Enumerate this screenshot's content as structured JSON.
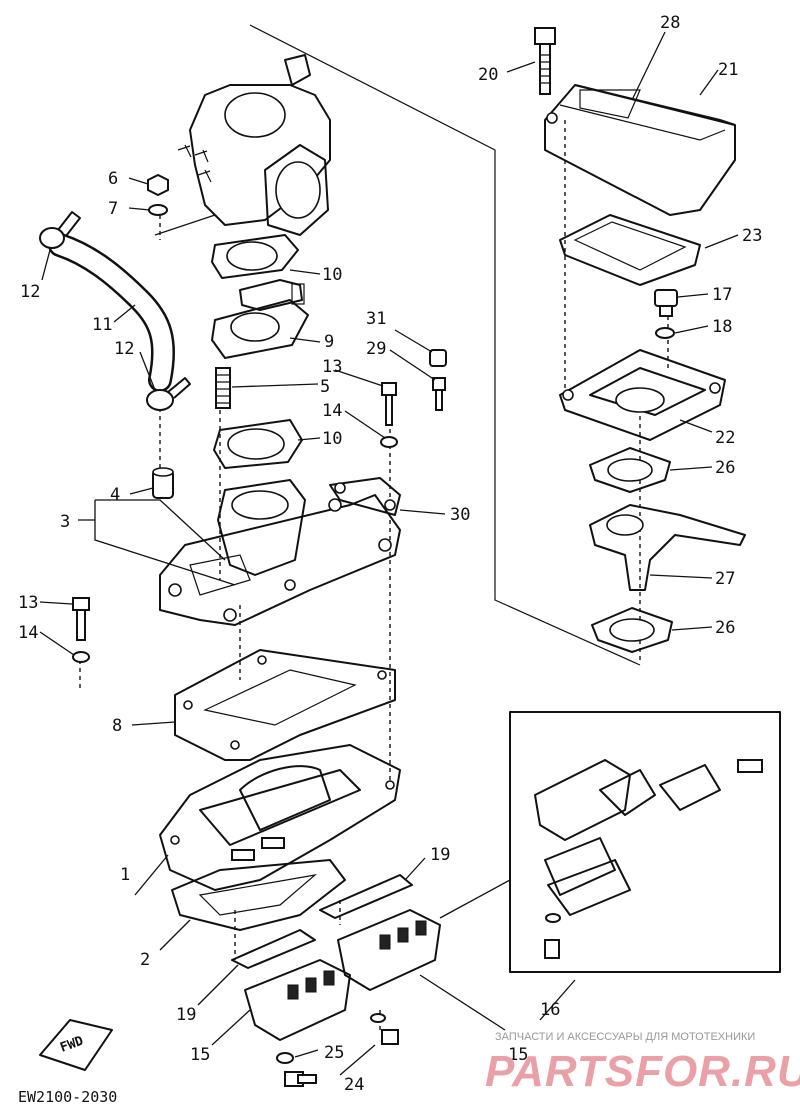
{
  "callouts": {
    "c1": "1",
    "c2": "2",
    "c3": "3",
    "c4": "4",
    "c5": "5",
    "c6": "6",
    "c7": "7",
    "c8": "8",
    "c9": "9",
    "c10a": "10",
    "c10b": "10",
    "c11": "11",
    "c12a": "12",
    "c12b": "12",
    "c13a": "13",
    "c13b": "13",
    "c14a": "14",
    "c14b": "14",
    "c15a": "15",
    "c15b": "15",
    "c16": "16",
    "c17": "17",
    "c18": "18",
    "c19a": "19",
    "c19b": "19",
    "c20": "20",
    "c21": "21",
    "c22": "22",
    "c23": "23",
    "c24": "24",
    "c25": "25",
    "c26a": "26",
    "c26b": "26",
    "c27": "27",
    "c28": "28",
    "c29": "29",
    "c30": "30",
    "c31": "31"
  },
  "direction_tag": "FWD",
  "drawing_code": "EW2100-2030",
  "watermark": {
    "caption": "ЗАПЧАСТИ И АКСЕССУАРЫ ДЛЯ МОТОТЕХНИКИ",
    "brand": "PARTSFOR.RU"
  }
}
